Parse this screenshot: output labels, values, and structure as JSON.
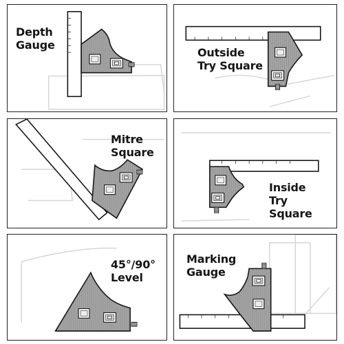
{
  "panels": [
    {
      "id": "depth-gauge",
      "lines": [
        "Depth",
        "Gauge"
      ]
    },
    {
      "id": "outside-try-square",
      "lines": [
        "Outside",
        "Try Square"
      ]
    },
    {
      "id": "mitre-square",
      "lines": [
        "Mitre",
        "Square"
      ]
    },
    {
      "id": "inside-try-square",
      "lines": [
        "Inside",
        "Try",
        "Square"
      ]
    },
    {
      "id": "level",
      "lines": [
        "45°/90°",
        "Level"
      ]
    },
    {
      "id": "marking-gauge",
      "lines": [
        "Marking",
        "Gauge"
      ]
    }
  ],
  "colors": {
    "ink": "#151515",
    "tool_fill": "#9a9a9a",
    "blade_fill": "#ffffff",
    "workpiece_line": "#d6d6d6"
  },
  "icons": [
    "combination-square-icon",
    "steel-rule-icon",
    "workpiece-outline"
  ]
}
